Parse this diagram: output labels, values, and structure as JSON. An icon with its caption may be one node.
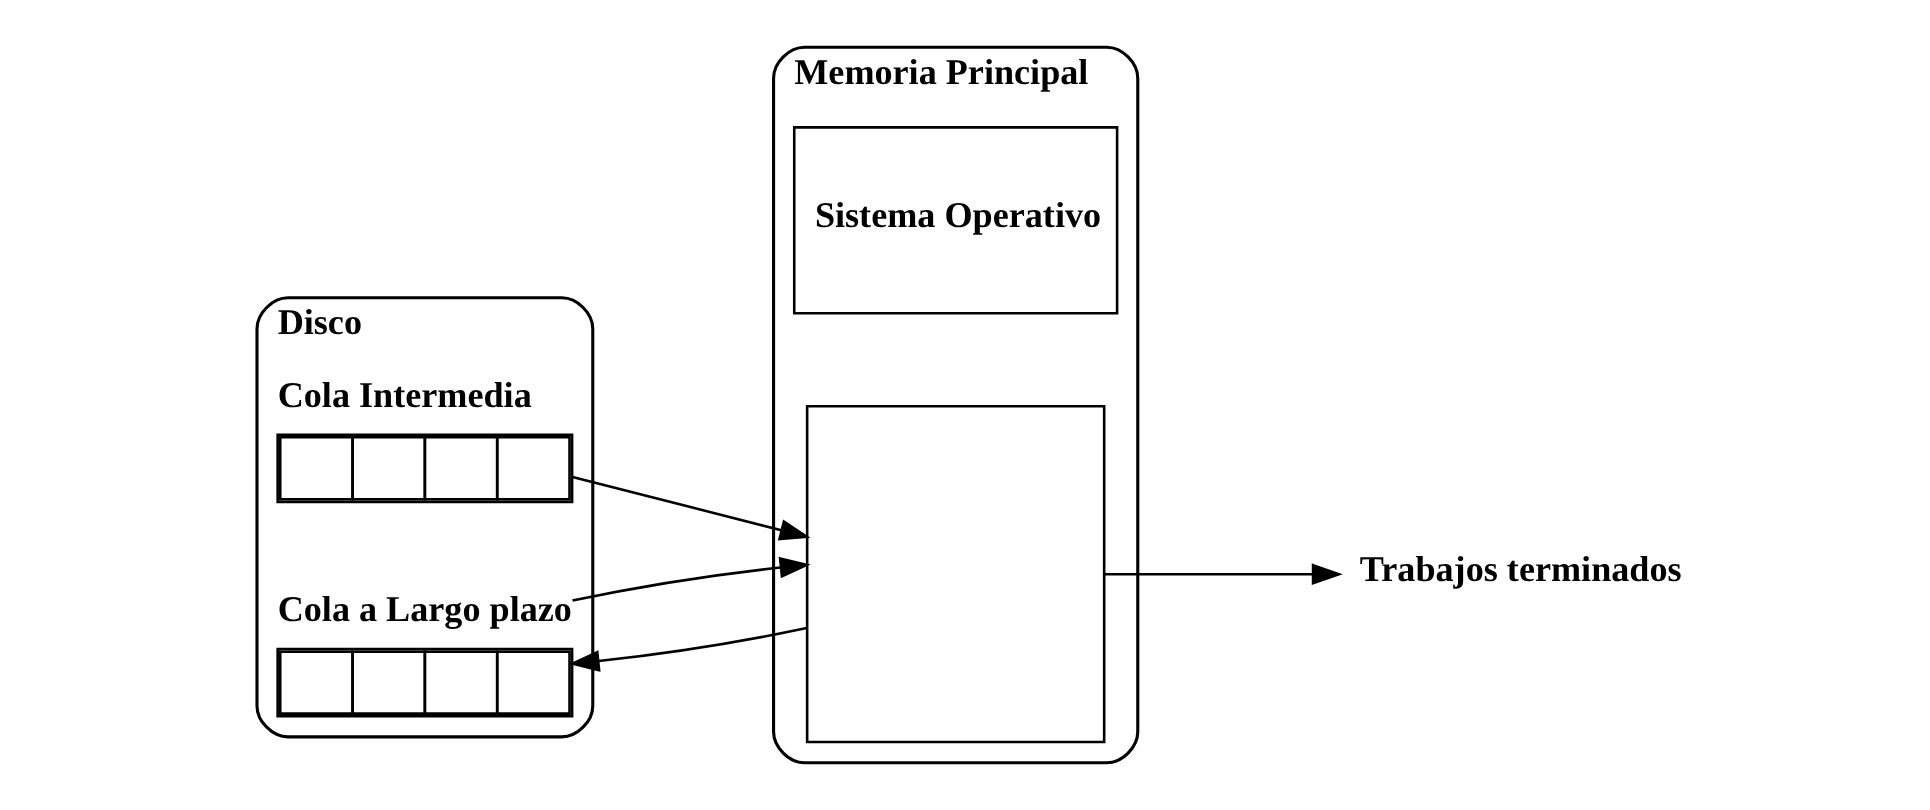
{
  "diagram": {
    "nodes": [
      {
        "text": [
          "Disco"
        ]
      },
      {
        "text": [
          "Cola Intermedia"
        ],
        "in": 0
      },
      {
        "text": [
          "Cola a Largo plazo"
        ],
        "in": 0
      },
      {
        "text": [
          "Memoria Principal"
        ]
      },
      {
        "text": [
          "Sistema Operativo"
        ],
        "in": 3
      },
      {
        "text": [],
        "shape": "box",
        "in": 3
      },
      {
        "text": [
          "Trabajos terminados"
        ]
      }
    ],
    "edges": [
      {
        "from": 1,
        "to": 5,
        "arrow": "to"
      },
      {
        "from": 5,
        "to": 2,
        "arrow": "to"
      },
      {
        "from": 2,
        "to": 5,
        "arrow": "to"
      },
      {
        "from": 5,
        "to": 6,
        "arrow": "to"
      }
    ]
  }
}
